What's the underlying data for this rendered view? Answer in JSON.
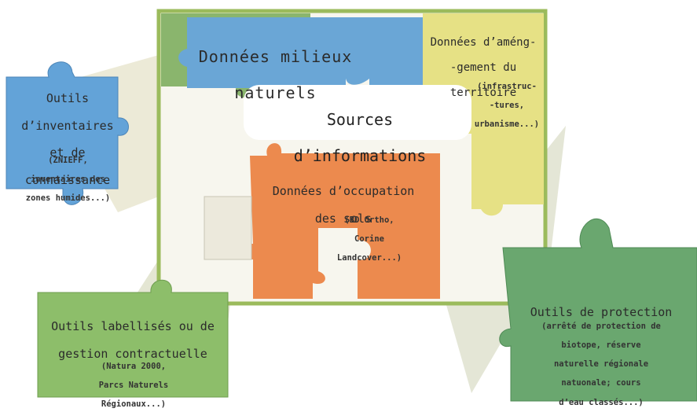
{
  "colors": {
    "frame_green": "#8fb14a",
    "blue_piece": "#5a9fd4",
    "yellow_piece": "#e3df7a",
    "orange_piece": "#ec8a4e",
    "green_piece": "#7bb07c",
    "teal_green": "#5a9d63",
    "grey_blue_piece": "#b7c9cf",
    "beam": "#e8e2bd"
  },
  "center": {
    "line1": "Sources",
    "line2": "d’informations"
  },
  "pieces": {
    "milieux": {
      "title_l1": "Données milieux",
      "title_l2": "naturels"
    },
    "amenagement": {
      "title_l1": "Données d’améng-",
      "title_l2": "-gement du",
      "title_l3": "territoire",
      "detail_l1": "(infrastruc-",
      "detail_l2": "-tures,",
      "detail_l3": "urbanisme...)"
    },
    "inventaires": {
      "title_l1": "Outils",
      "title_l2": "d’inventaires",
      "title_l3": "et de",
      "title_l4": "connaissance",
      "detail_l1": "(ZNIEFF,",
      "detail_l2": "inventaires des",
      "detail_l3": "zones humides...)"
    },
    "occupation": {
      "title_l1": "Données d’occupation",
      "title_l2": "des sols",
      "detail_l1": "(BD Ortho,",
      "detail_l2": "Corine",
      "detail_l3": "Landcover...)"
    },
    "labellises": {
      "title_l1": "Outils labellisés ou de",
      "title_l2": "gestion contractuelle",
      "detail_l1": "(Natura 2000,",
      "detail_l2": "Parcs Naturels",
      "detail_l3": "Régionaux...)"
    },
    "protection": {
      "title_l1": "Outils de protection",
      "detail_l1": "(arrêté de protection de",
      "detail_l2": "biotope, réserve",
      "detail_l3": "naturelle régionale",
      "detail_l4": "natuonale; cours",
      "detail_l5": "d’eau classés...)"
    }
  }
}
